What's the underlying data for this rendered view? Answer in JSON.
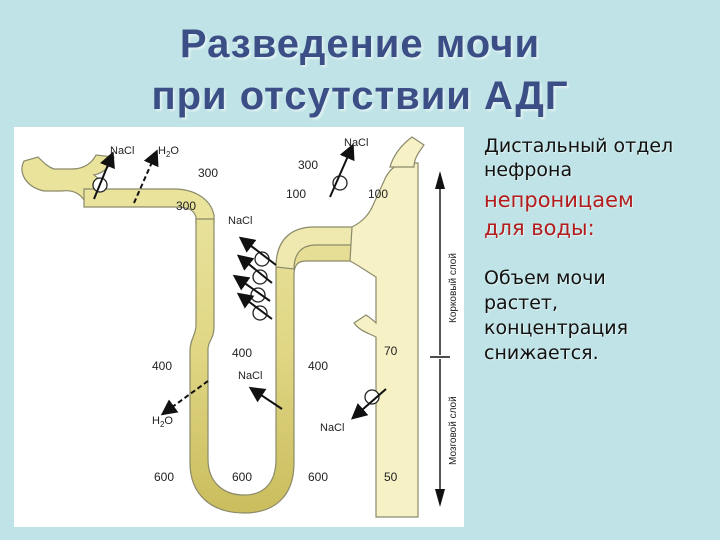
{
  "title": {
    "line1": "Разведение мочи",
    "line2": "при отсутствии АДГ"
  },
  "side_text": {
    "segment_line1": "Дистальный отдел",
    "segment_line2": "нефрона",
    "impermeable_line1": "непроницаем",
    "impermeable_line2": "для воды:",
    "volume_line1": "Объем мочи",
    "volume_line2": "растет,",
    "volume_line3": "концентрация",
    "volume_line4": "снижается."
  },
  "diagram": {
    "labels": {
      "nacl": "NaCl",
      "h2o_h": "H",
      "h2o_2": "2",
      "h2o_o": "O"
    },
    "values": {
      "v300_top": "300",
      "v300_left": "300",
      "v300_mid": "300",
      "v100_left": "100",
      "v100_right": "100",
      "v400_outer_left": "400",
      "v400_limb": "400",
      "v400_outer_mid": "400",
      "v70": "70",
      "v600_left": "600",
      "v600_bottom": "600",
      "v600_right": "600",
      "v50": "50"
    },
    "zones": {
      "cortex": "Корковый слой",
      "medulla": "Мозговой слой"
    },
    "colors": {
      "tubule_light": "#f3efb6",
      "tubule_medium": "#e6df8e",
      "tubule_dark": "#cfc56c",
      "outline": "#8b8a6a",
      "arrow": "#111111"
    }
  }
}
